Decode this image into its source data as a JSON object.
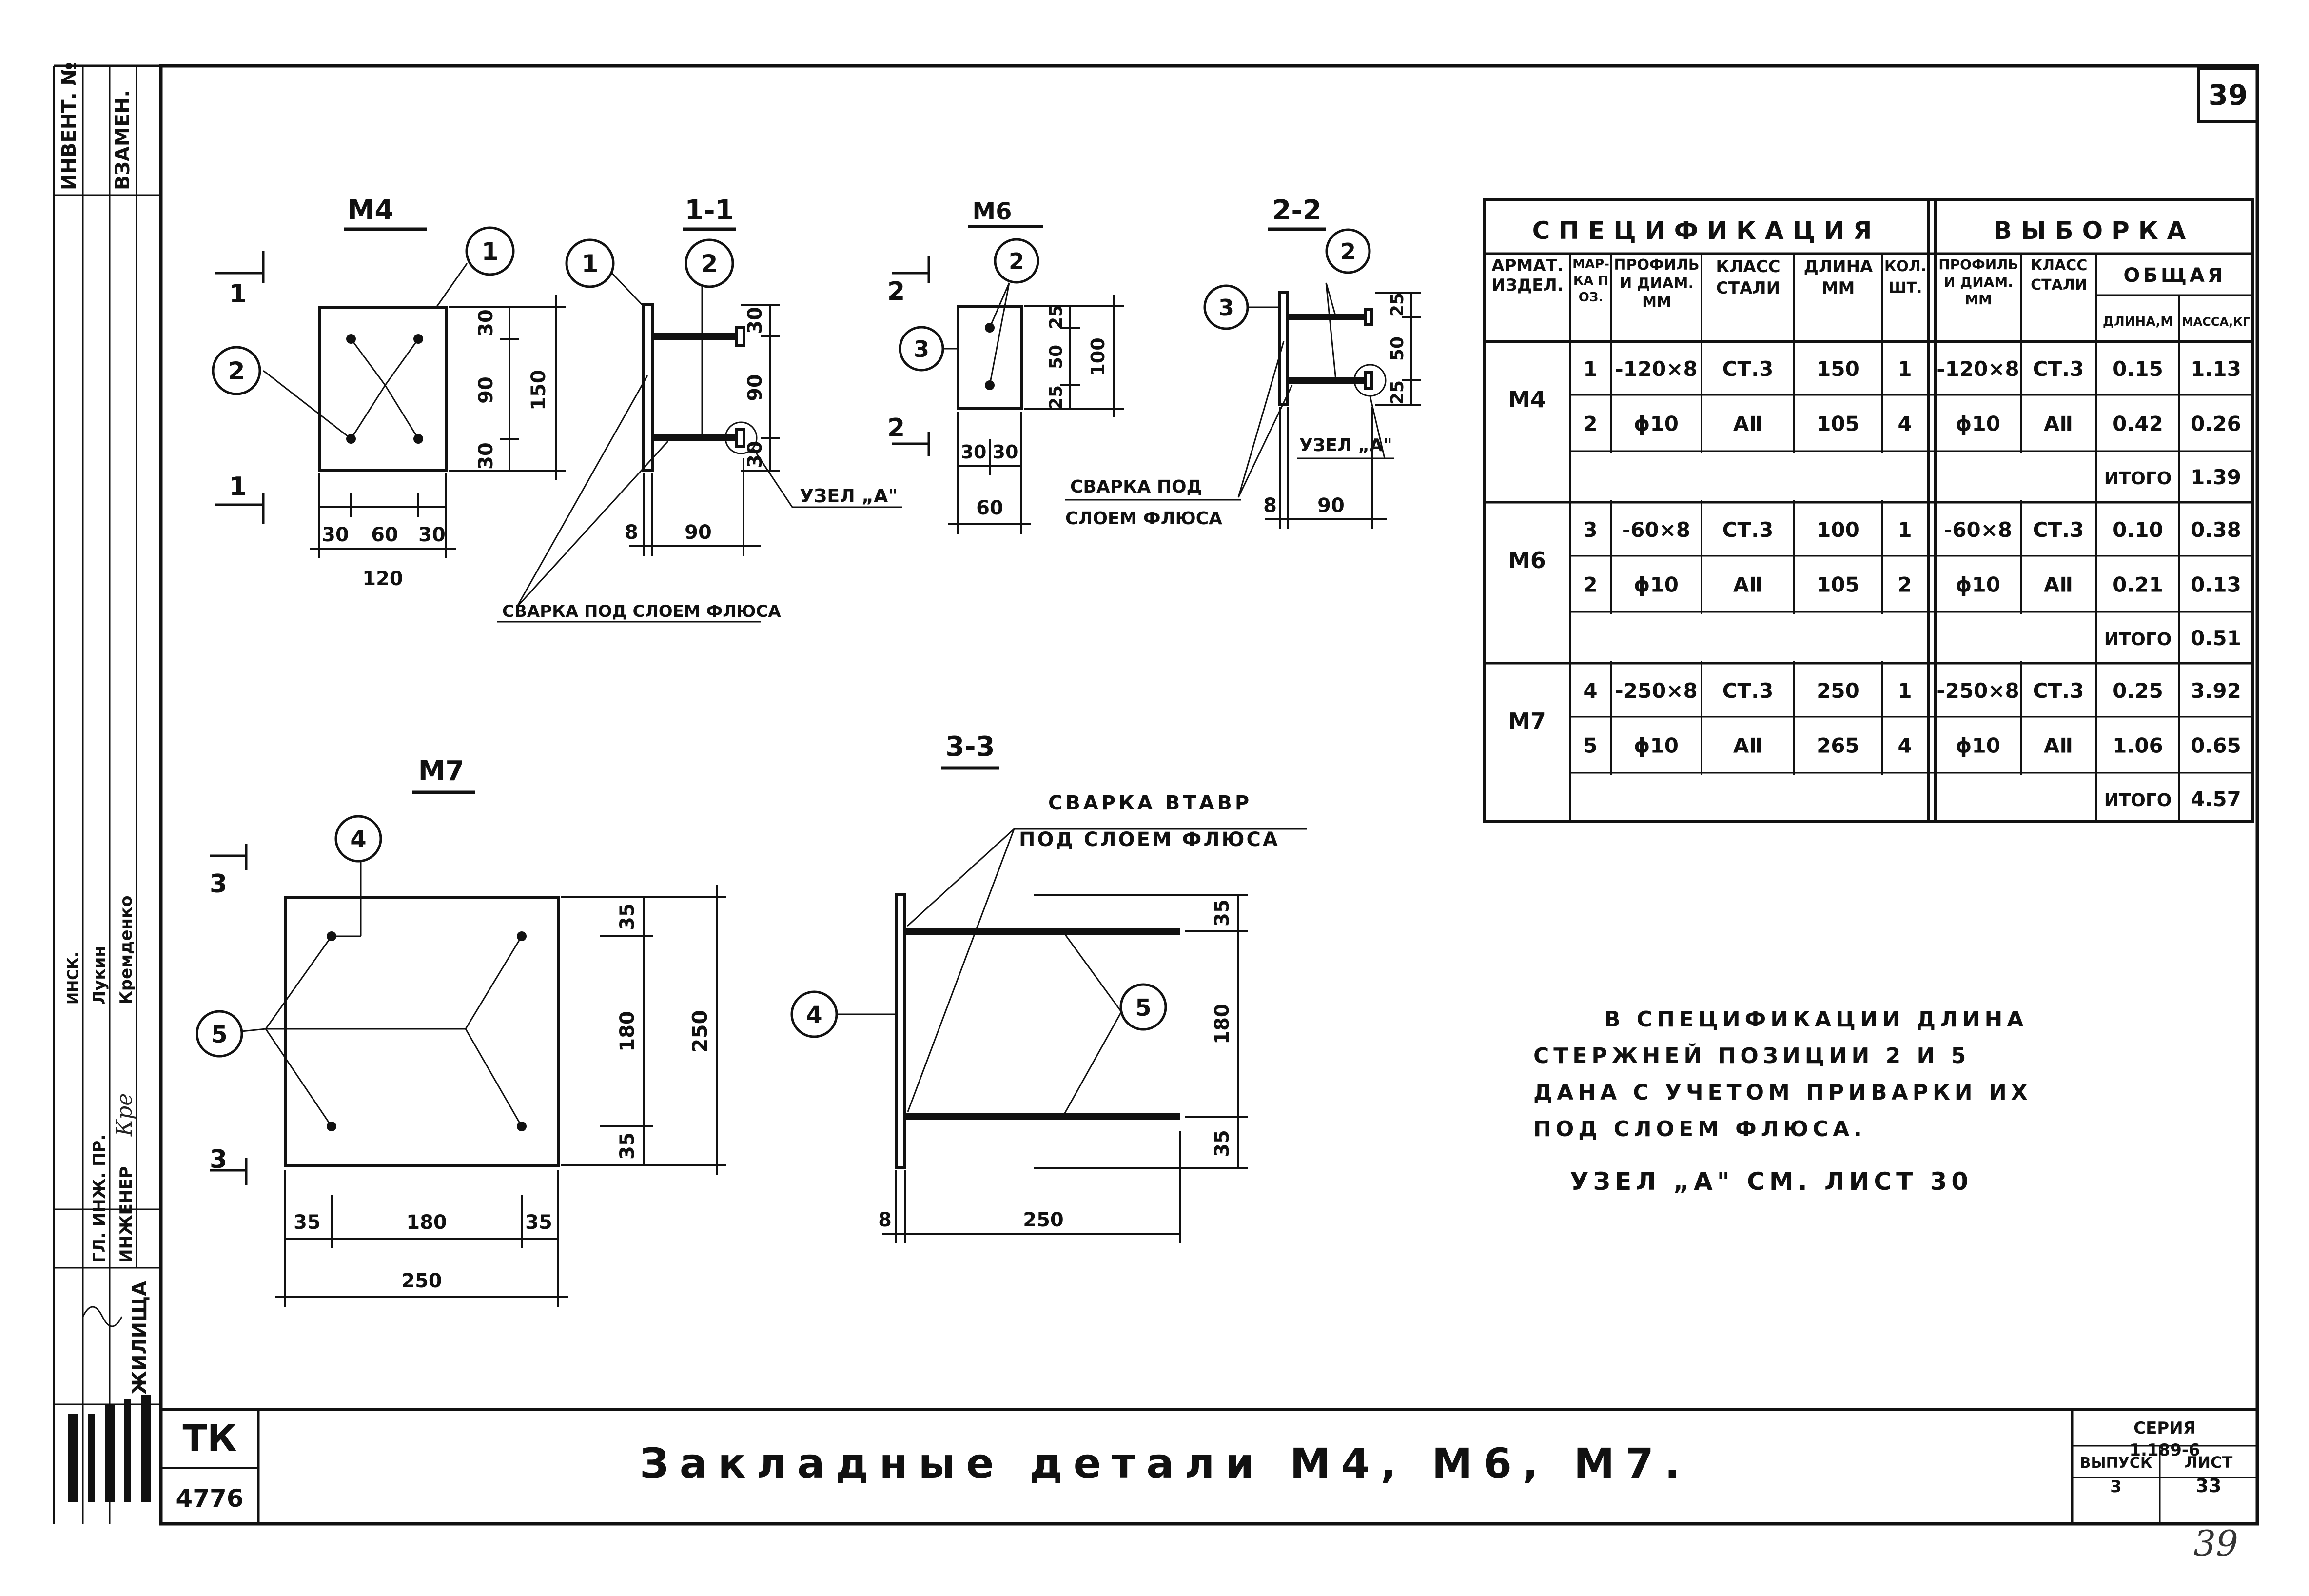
{
  "sheet": {
    "number_top": "39",
    "number_bottom": "39",
    "title": "Закладные детали М4, М6, М7.",
    "series_label": "СЕРИЯ",
    "series_value": "1.189-6",
    "issue_label": "ВЫПУСК",
    "issue_value": "3",
    "list_label": "ЛИСТ",
    "list_value": "33",
    "corner_code": "ТК",
    "corner_number": "4776"
  },
  "sidebar": {
    "inv_label": "ИНВЕНТ. №",
    "vzamen_label": "ВЗАМЕН.",
    "gip_label": "ГЛ. ИНЖ. ПР.",
    "gip_name": "Лукин",
    "ing_label": "ИНЖЕНЕР",
    "ing_name": "Кремденко",
    "gip_head": "ИНСК.",
    "ing_sign": "Кре",
    "zhilishcha": "ЖИЛИЩА"
  },
  "details": {
    "m4": {
      "title": "М4",
      "dims_w": [
        "30",
        "60",
        "30"
      ],
      "dim_total_w": "120",
      "dims_h": [
        "30",
        "90",
        "30"
      ],
      "dim_total_h": "150",
      "callouts": [
        "1",
        "2"
      ],
      "section_mark": "1"
    },
    "s11": {
      "title": "1-1",
      "callouts": [
        "1",
        "2"
      ],
      "dims_v": [
        "30",
        "90",
        "30"
      ],
      "dim_t": "8",
      "dim_len": "90",
      "node": "УЗЕЛ „А\"",
      "weld": "СВАРКА ПОД СЛОЕМ ФЛЮСА"
    },
    "m6": {
      "title": "М6",
      "callouts": [
        "2",
        "3"
      ],
      "dims_v": [
        "25",
        "50",
        "25"
      ],
      "dim_total_h": "100",
      "dims_w": [
        "30",
        "30"
      ],
      "dim_total_w": "60",
      "section_mark": "2"
    },
    "s22": {
      "title": "2-2",
      "callouts": [
        "2",
        "3"
      ],
      "dims_v": [
        "25",
        "50",
        "25"
      ],
      "dim_t": "8",
      "dim_len": "90",
      "node": "УЗЕЛ „А\"",
      "weld_line1": "СВАРКА ПОД",
      "weld_line2": "СЛОЕМ ФЛЮСА"
    },
    "m7": {
      "title": "М7",
      "callouts": [
        "4",
        "5"
      ],
      "dims_v": [
        "35",
        "180",
        "35"
      ],
      "dim_total_h": "250",
      "dims_w": [
        "35",
        "180",
        "35"
      ],
      "dim_total_w": "250",
      "section_mark": "3"
    },
    "s33": {
      "title": "3-3",
      "callouts": [
        "4",
        "5"
      ],
      "dims_v": [
        "35",
        "180",
        "35"
      ],
      "dim_t": "8",
      "dim_len": "250",
      "weld_line1": "СВАРКА ВТАВР",
      "weld_line2": "ПОД СЛОЕМ ФЛЮСА"
    }
  },
  "spec": {
    "title_left": "СПЕЦИФИКАЦИЯ",
    "title_right": "ВЫБОРКА",
    "headers": {
      "izd": "АРМАТ. ИЗДЕЛ.",
      "poz": "МАР-КА ПОЗ.",
      "profile": "ПРОФИЛЬ И ДИАМ. ММ",
      "klass": "КЛАСС СТАЛИ",
      "dlina": "ДЛИНА ММ",
      "kol": "КОЛ. ШТ.",
      "v_profile": "ПРОФИЛЬ И ДИАМ. ММ",
      "v_klass": "КЛАСС СТАЛИ",
      "obshchaya": "ОБЩАЯ",
      "dlina_m": "ДЛИНА,М",
      "massa": "МАССА,КГ"
    },
    "groups": [
      {
        "name": "М4",
        "rows": [
          {
            "poz": "1",
            "profile": "-120×8",
            "klass": "СТ.3",
            "dlina": "150",
            "kol": "1",
            "v_profile": "-120×8",
            "v_klass": "СТ.3",
            "len_m": "0.15",
            "mass": "1.13"
          },
          {
            "poz": "2",
            "profile": "ϕ10",
            "klass": "АⅡ",
            "dlina": "105",
            "kol": "4",
            "v_profile": "ϕ10",
            "v_klass": "АⅡ",
            "len_m": "0.42",
            "mass": "0.26"
          }
        ],
        "itogo_label": "ИТОГО",
        "itogo": "1.39"
      },
      {
        "name": "М6",
        "rows": [
          {
            "poz": "3",
            "profile": "-60×8",
            "klass": "СТ.3",
            "dlina": "100",
            "kol": "1",
            "v_profile": "-60×8",
            "v_klass": "СТ.3",
            "len_m": "0.10",
            "mass": "0.38"
          },
          {
            "poz": "2",
            "profile": "ϕ10",
            "klass": "АⅡ",
            "dlina": "105",
            "kol": "2",
            "v_profile": "ϕ10",
            "v_klass": "АⅡ",
            "len_m": "0.21",
            "mass": "0.13"
          }
        ],
        "itogo_label": "ИТОГО",
        "itogo": "0.51"
      },
      {
        "name": "М7",
        "rows": [
          {
            "poz": "4",
            "profile": "-250×8",
            "klass": "СТ.3",
            "dlina": "250",
            "kol": "1",
            "v_profile": "-250×8",
            "v_klass": "СТ.3",
            "len_m": "0.25",
            "mass": "3.92"
          },
          {
            "poz": "5",
            "profile": "ϕ10",
            "klass": "АⅡ",
            "dlina": "265",
            "kol": "4",
            "v_profile": "ϕ10",
            "v_klass": "АⅡ",
            "len_m": "1.06",
            "mass": "0.65"
          }
        ],
        "itogo_label": "ИТОГО",
        "itogo": "4.57"
      }
    ]
  },
  "note": {
    "line1": "В СПЕЦИФИКАЦИИ ДЛИНА",
    "line2": "СТЕРЖНЕЙ ПОЗИЦИИ 2 И 5",
    "line3": "ДАНА С УЧЕТОМ ПРИВАРКИ ИХ",
    "line4": "ПОД СЛОЕМ ФЛЮСА.",
    "line5": "УЗЕЛ „А\" СМ. ЛИСТ 30"
  }
}
